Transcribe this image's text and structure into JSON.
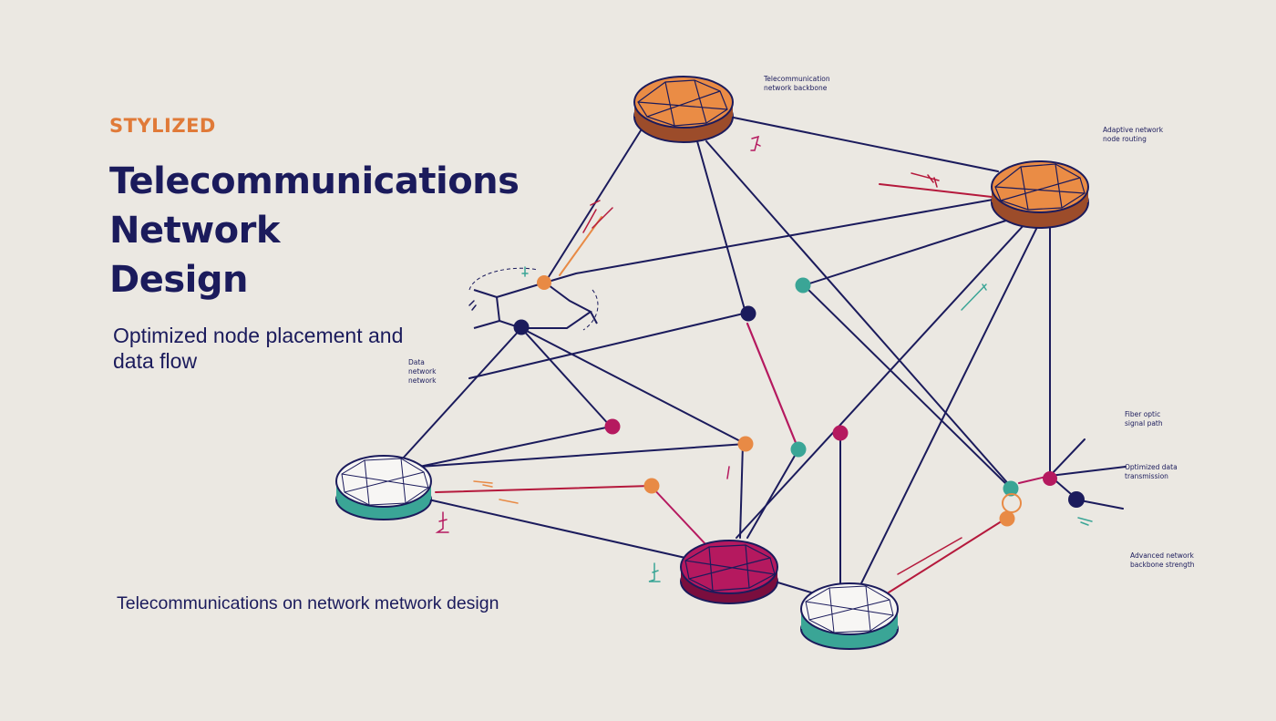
{
  "header": {
    "eyebrow": "STYLIZED",
    "title_lines": [
      "Telecommunications",
      "Network",
      "Design"
    ],
    "subtitle": "Optimized node placement and data flow"
  },
  "caption": "Telecommunications on network metwork design",
  "labels": [
    {
      "id": "top",
      "text": "Telecommunication\nnetwork backbone"
    },
    {
      "id": "top-right",
      "text": "Adaptive network\nnode routing"
    },
    {
      "id": "left",
      "text": "Data\nnetwork\nnetwork"
    },
    {
      "id": "right-1",
      "text": "Fiber optic\nsignal path"
    },
    {
      "id": "right-2",
      "text": "Optimized data\ntransmission"
    },
    {
      "id": "right-3",
      "text": "Advanced network\nbackbone strength"
    }
  ],
  "colors": {
    "background": "#ebe8e2",
    "navy": "#1b1b5c",
    "orange": "#e88a45",
    "magenta": "#b5195f",
    "teal": "#3aa596",
    "crimson": "#b5193c"
  }
}
